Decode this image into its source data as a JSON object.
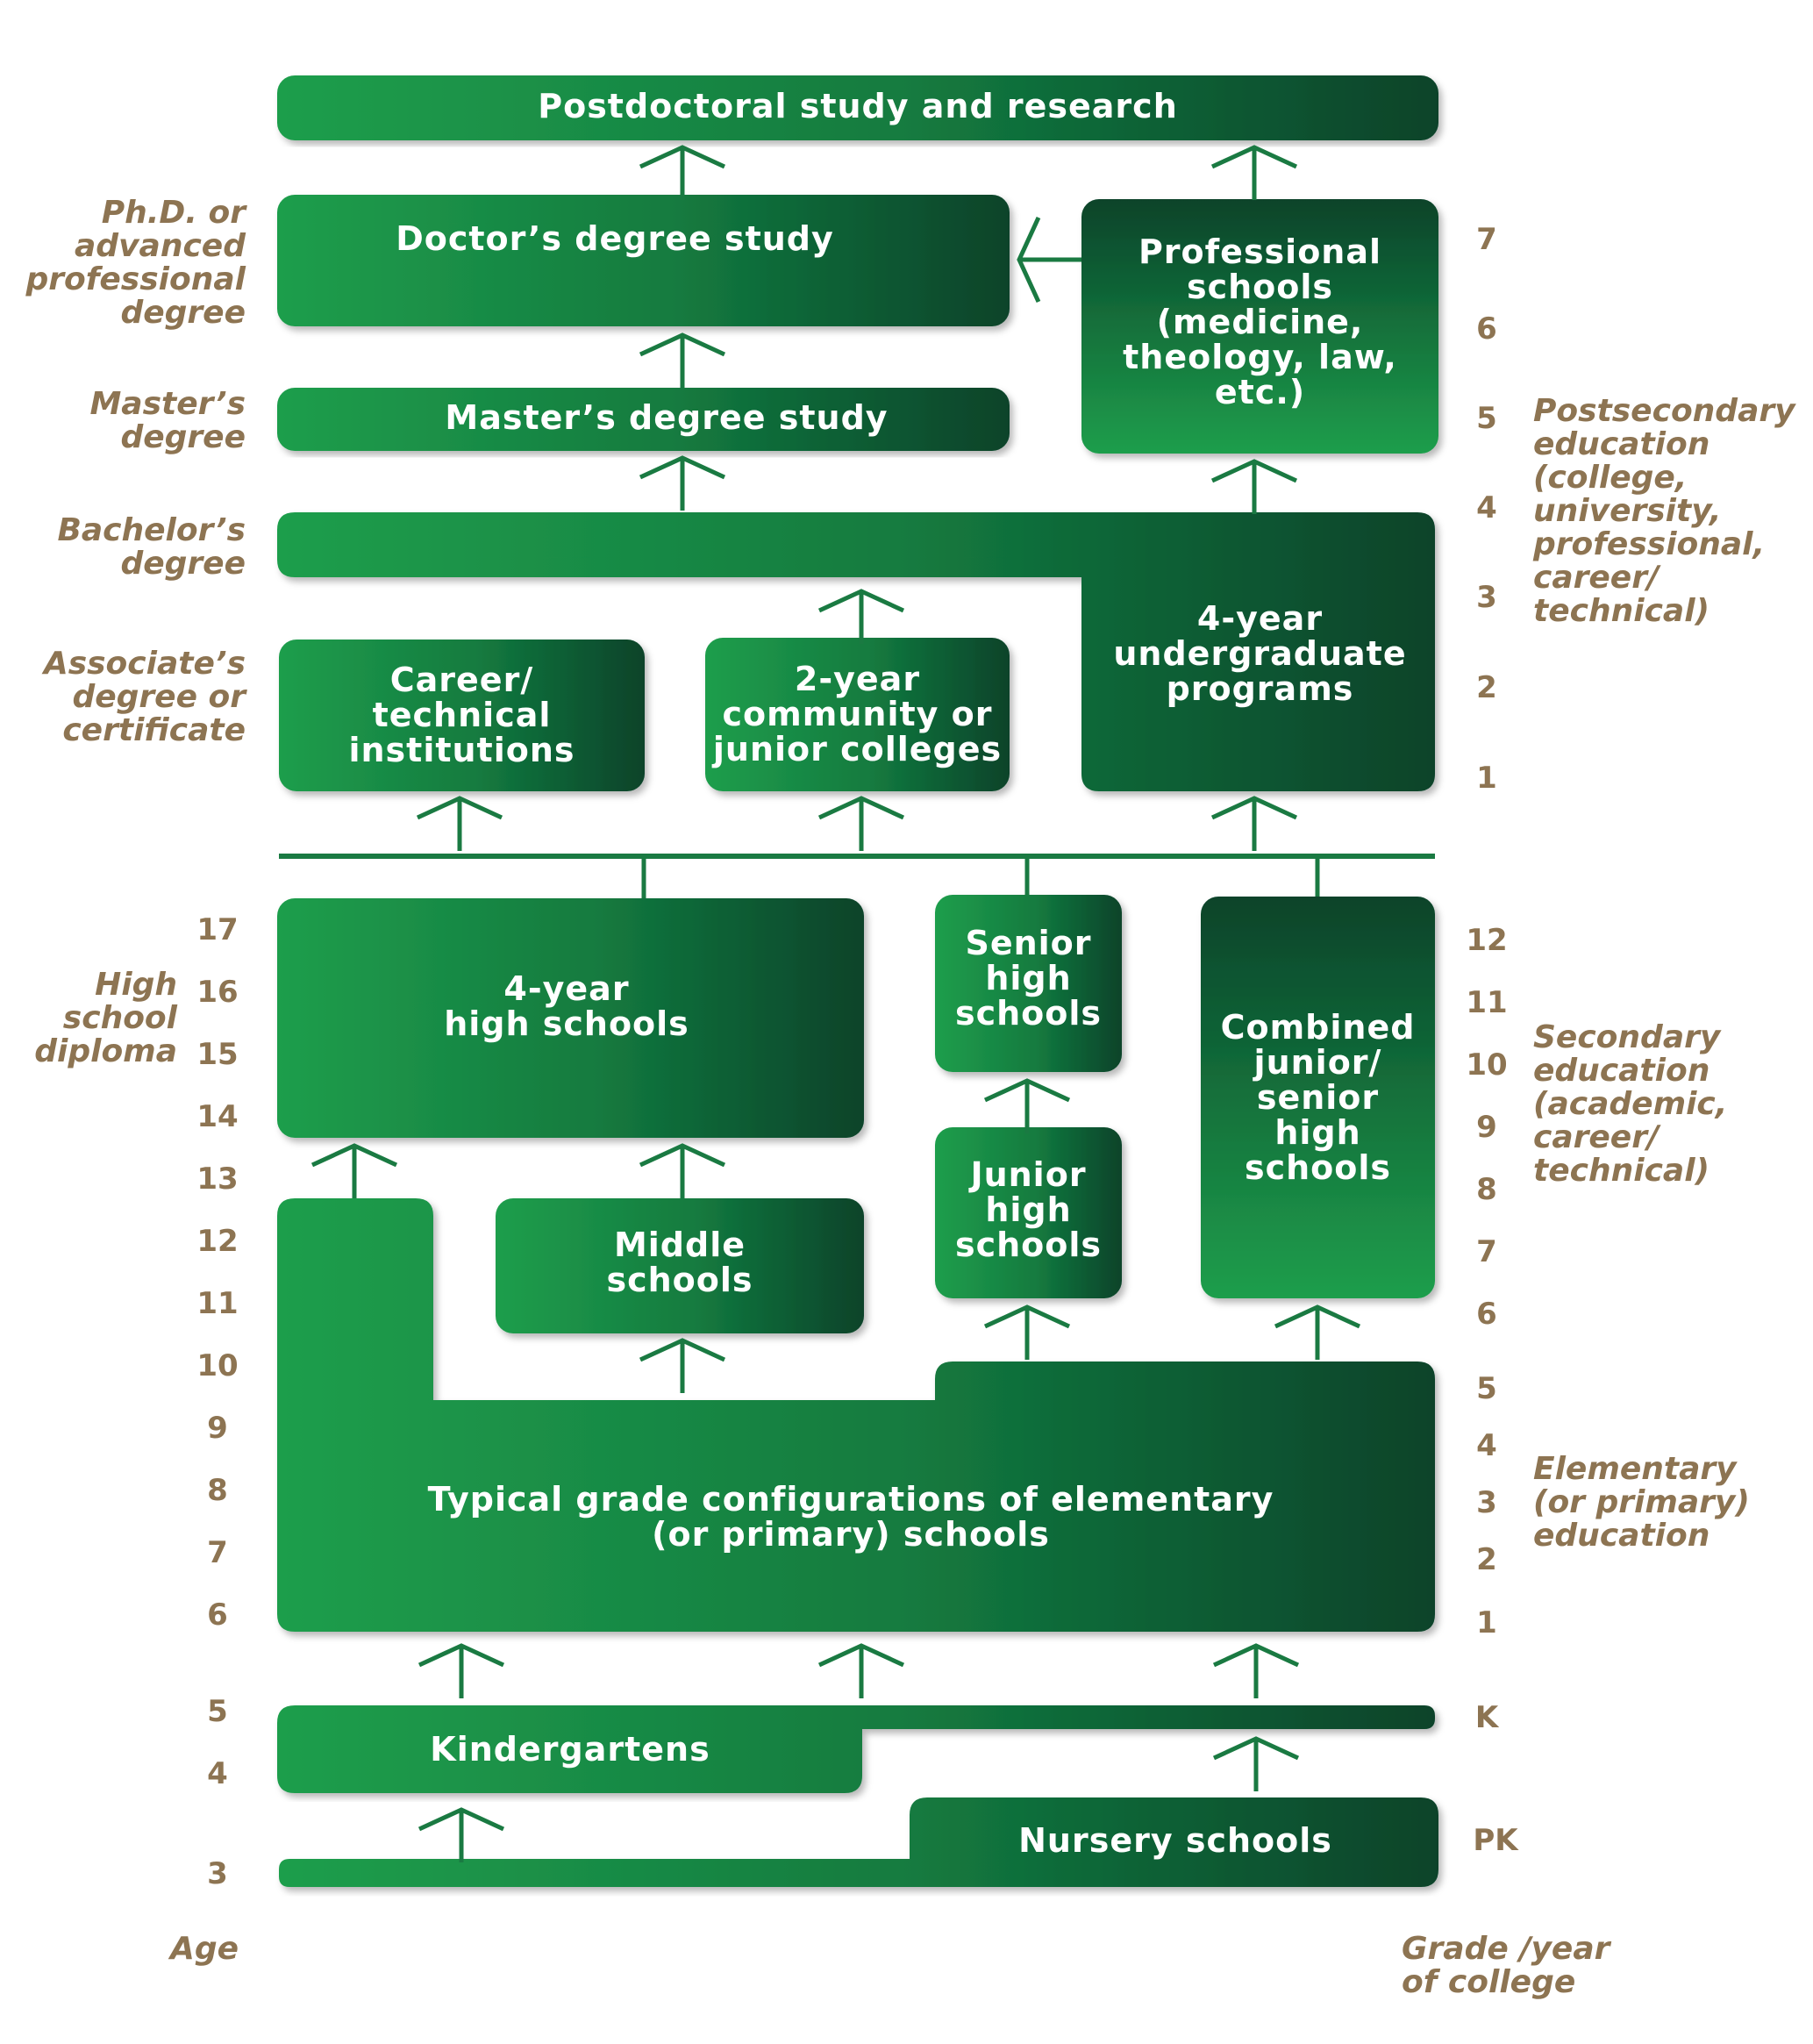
{
  "colors": {
    "green_light": "#1f9e4c",
    "green_dark": "#08432a",
    "line": "#1a7a42",
    "text": "#8d7452"
  },
  "boxes": {
    "postdoctoral": "Postdoctoral study and research",
    "doctor": "Doctor’s degree study",
    "professional": "Professional\nschools\n(medicine,\ntheology, law,\netc.)",
    "master": "Master’s degree study",
    "undergrad4": "4-year\nundergraduate\nprograms",
    "career": "Career/\ntechnical\ninstitutions",
    "community": "2-year\ncommunity or\njunior colleges",
    "highschool4": "4-year\nhigh schools",
    "senior_high": "Senior\nhigh\nschools",
    "combined": "Combined\njunior/\nsenior\nhigh\nschools",
    "middle": "Middle\nschools",
    "junior_high": "Junior\nhigh\nschools",
    "elementary": "Typical grade configurations of elementary\n(or primary) schools",
    "kindergartens": "Kindergartens",
    "nursery": "Nursery schools"
  },
  "left_labels": {
    "phd": "Ph.D. or\nadvanced\nprofessional\ndegree",
    "master": "Master’s\ndegree",
    "bachelor": "Bachelor’s\ndegree",
    "associate": "Associate’s\ndegree or\ncertificate",
    "high_school": "High\nschool\ndiploma",
    "age": "Age"
  },
  "right_labels": {
    "postsecondary": "Postsecondary\neducation\n(college,\nuniversity,\nprofessional,\ncareer/\ntechnical)",
    "secondary": "Secondary\neducation\n(academic,\ncareer/\ntechnical)",
    "elementary": "Elementary\n(or primary)\neducation",
    "grade_year": "Grade /year\nof college"
  },
  "ages": [
    "17",
    "16",
    "15",
    "14",
    "13",
    "12",
    "11",
    "10",
    "9",
    "8",
    "7",
    "6",
    "5",
    "4",
    "3"
  ],
  "college_years": [
    "7",
    "6",
    "5",
    "4",
    "3",
    "2",
    "1"
  ],
  "grades": [
    "12",
    "11",
    "10",
    "9",
    "8",
    "7",
    "6",
    "5",
    "4",
    "3",
    "2",
    "1",
    "K",
    "PK"
  ]
}
